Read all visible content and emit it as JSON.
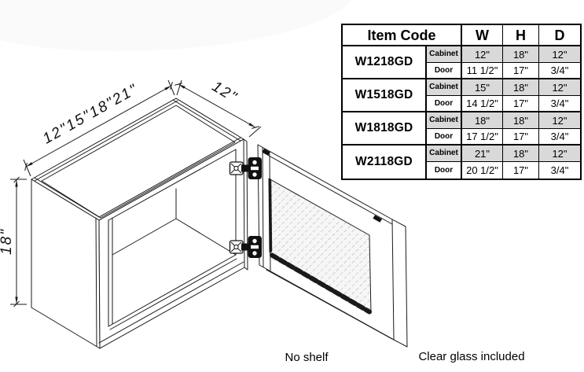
{
  "drawing": {
    "dim_width_label": "12\"15\"18\"21\"",
    "dim_depth_label": "12\"",
    "dim_height_label": "18\"",
    "note_no_shelf": "No shelf",
    "note_clear_glass": "Clear glass included",
    "icons": [
      "european-hinge-icon",
      "glass-hatch-pattern"
    ],
    "colors": {
      "line": "#1a1a1a",
      "glass_fill": "#f6f6f6",
      "hatch": "#a0a0a0"
    }
  },
  "table": {
    "header": {
      "item_code": "Item Code",
      "w": "W",
      "h": "H",
      "d": "D"
    },
    "row_labels": {
      "cabinet": "Cabinet",
      "door": "Door"
    },
    "groups": [
      {
        "code": "W1218GD",
        "cabinet": [
          "12\"",
          "18\"",
          "12\""
        ],
        "door": [
          "11 1/2\"",
          "17\"",
          "3/4\""
        ]
      },
      {
        "code": "W1518GD",
        "cabinet": [
          "15\"",
          "18\"",
          "12\""
        ],
        "door": [
          "14 1/2\"",
          "17\"",
          "3/4\""
        ]
      },
      {
        "code": "W1818GD",
        "cabinet": [
          "18\"",
          "18\"",
          "12\""
        ],
        "door": [
          "17 1/2\"",
          "17\"",
          "3/4\""
        ]
      },
      {
        "code": "W2118GD",
        "cabinet": [
          "21\"",
          "18\"",
          "12\""
        ],
        "door": [
          "20 1/2\"",
          "17\"",
          "3/4\""
        ]
      }
    ],
    "colors": {
      "cabinet_row_bg": "#d9d9d9",
      "border": "#000000"
    }
  }
}
